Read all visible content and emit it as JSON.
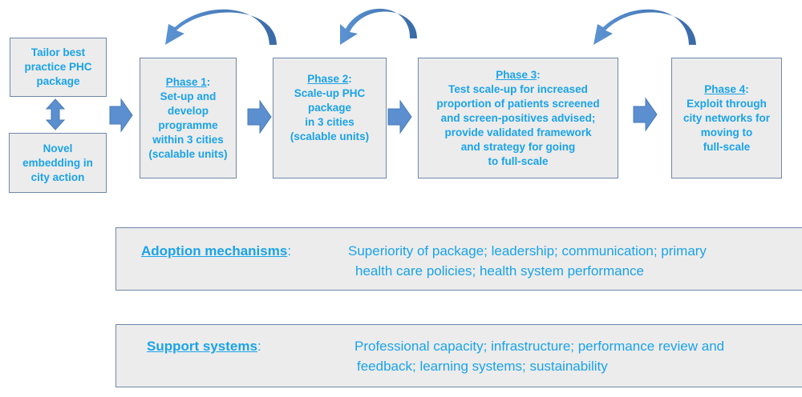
{
  "colors": {
    "text": "#1aa3e8",
    "box_fill": "#ececec",
    "box_border": "#6f88a8",
    "arrow_fill": "#5b8fcf",
    "arrow_dark": "#3f6ea8"
  },
  "left_column": {
    "top_box": [
      "Tailor best",
      "practice PHC",
      "package"
    ],
    "bottom_box": [
      "Novel",
      "embedding in",
      "city action"
    ]
  },
  "phases": [
    {
      "title": "Phase 1",
      "lines": [
        "Set-up and",
        "develop",
        "programme",
        "within 3 cities",
        "(scalable units)"
      ]
    },
    {
      "title": "Phase 2",
      "lines": [
        "Scale-up PHC",
        "package",
        "in 3 cities",
        "(scalable units)"
      ]
    },
    {
      "title": "Phase 3",
      "lines": [
        "Test scale-up for increased",
        "proportion of patients screened",
        "and screen-positives advised;",
        "provide validated framework",
        "and strategy for going",
        "to full-scale"
      ]
    },
    {
      "title": "Phase 4",
      "lines": [
        "Exploit through",
        "city networks for",
        "moving to",
        "full-scale"
      ]
    }
  ],
  "adoption": {
    "label": "Adoption mechanisms",
    "line1": "Superiority of package; leadership; communication; primary",
    "line2": "health care policies; health system performance"
  },
  "support": {
    "label": "Support systems",
    "line1": "Professional capacity; infrastructure; performance review and",
    "line2": "feedback; learning systems; sustainability"
  },
  "colon": ":"
}
